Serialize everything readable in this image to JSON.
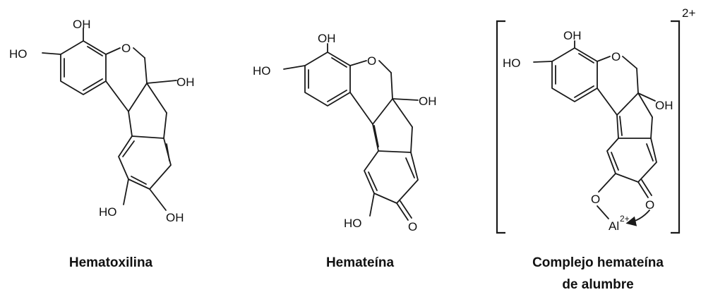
{
  "molecules": [
    {
      "atoms": {
        "oh_top": "OH",
        "ho_left": "HO",
        "o_ring": "O",
        "oh_right": "OH",
        "ho_bottom": "HO",
        "oh_bottom": "OH"
      },
      "caption": "Hematoxilina"
    },
    {
      "atoms": {
        "oh_top": "OH",
        "ho_left": "HO",
        "o_ring": "O",
        "oh_right": "OH",
        "ho_bottom": "HO",
        "o_keto": "O"
      },
      "caption": "Hemateína"
    },
    {
      "atoms": {
        "oh_top": "OH",
        "ho_left": "HO",
        "o_ring": "O",
        "oh_right": "OH",
        "o_chelate_left": "O",
        "o_chelate_right": "O",
        "metal": "Al",
        "metal_charge": "2+"
      },
      "charge": "2+",
      "caption_line1": "Complejo hemateína",
      "caption_line2": "de alumbre"
    }
  ]
}
